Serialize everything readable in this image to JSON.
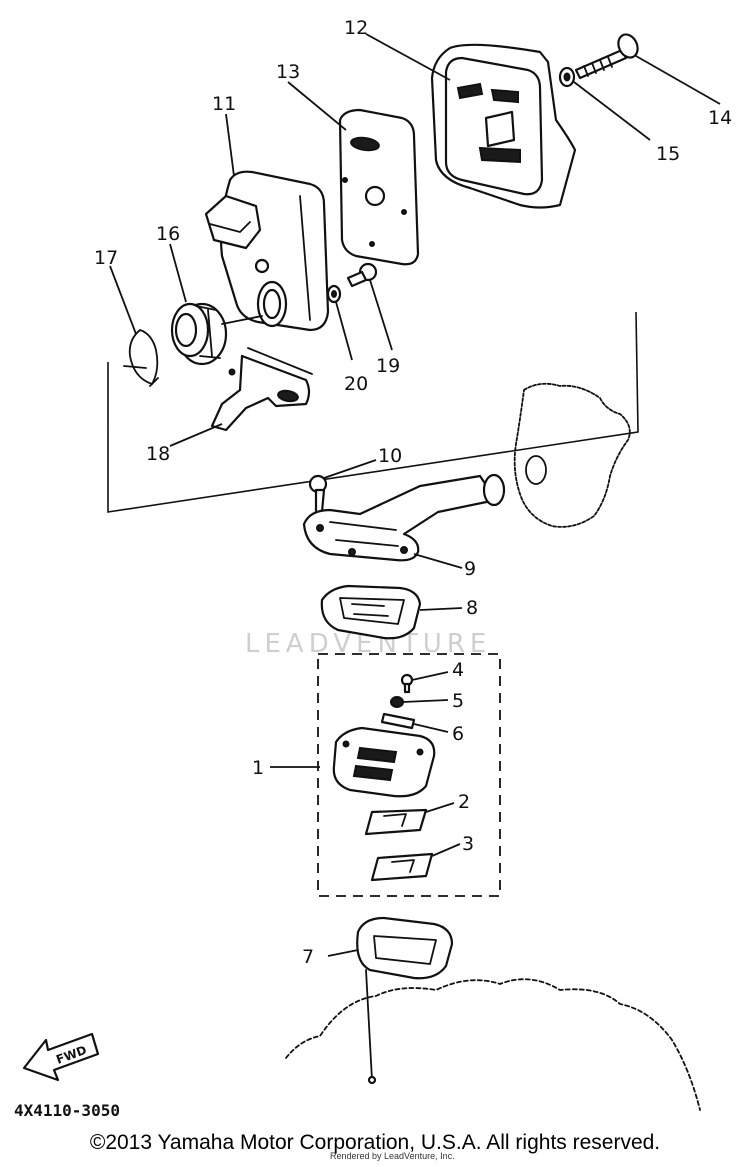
{
  "diagram": {
    "part_numbers": {
      "p1": "1",
      "p2": "2",
      "p3": "3",
      "p4": "4",
      "p5": "5",
      "p6": "6",
      "p7": "7",
      "p8": "8",
      "p9": "9",
      "p10": "10",
      "p11": "11",
      "p12": "12",
      "p13": "13",
      "p14": "14",
      "p15": "15",
      "p16": "16",
      "p17": "17",
      "p18": "18",
      "p19": "19",
      "p20": "20"
    },
    "watermark": "LEADVENTURE",
    "direction_label": "FWD",
    "drawing_code": "4X4110-3050"
  },
  "footer": {
    "copyright": "©2013 Yamaha Motor Corporation, U.S.A. All rights reserved.",
    "rendered_by": "Rendered by LeadVenture, Inc."
  }
}
